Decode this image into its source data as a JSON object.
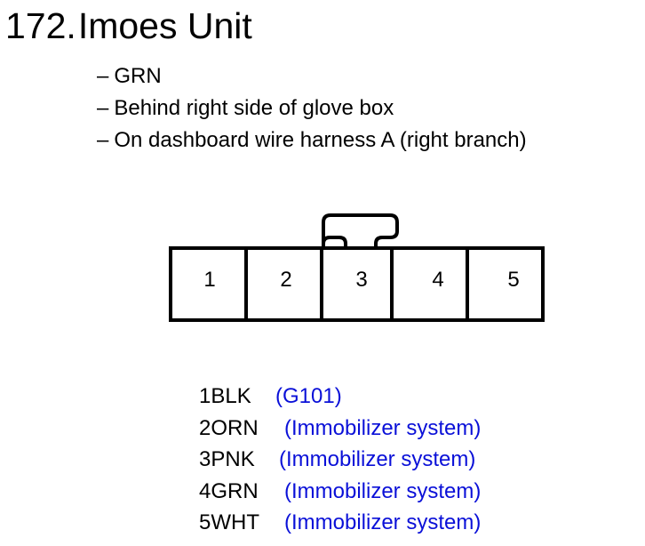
{
  "title": {
    "number": "172.",
    "name": "Imoes Unit"
  },
  "details": [
    {
      "dash": "–",
      "text": "GRN"
    },
    {
      "dash": "–",
      "text": "Behind right side of glove box"
    },
    {
      "dash": "–",
      "text": "On dashboard wire harness A (right branch)"
    }
  ],
  "connector": {
    "cavities": [
      "1",
      "2",
      "3",
      "4",
      "5"
    ]
  },
  "pins": [
    {
      "wire": "1BLK",
      "circuit": "(G101)"
    },
    {
      "wire": "2ORN",
      "circuit": "(Immobilizer system)"
    },
    {
      "wire": "3PNK",
      "circuit": "(Immobilizer system)"
    },
    {
      "wire": "4GRN",
      "circuit": "(Immobilizer system)"
    },
    {
      "wire": "5WHT",
      "circuit": "(Immobilizer system)"
    }
  ],
  "colors": {
    "text": "#000000",
    "circuit_link": "#0a10d8",
    "background": "#ffffff"
  }
}
